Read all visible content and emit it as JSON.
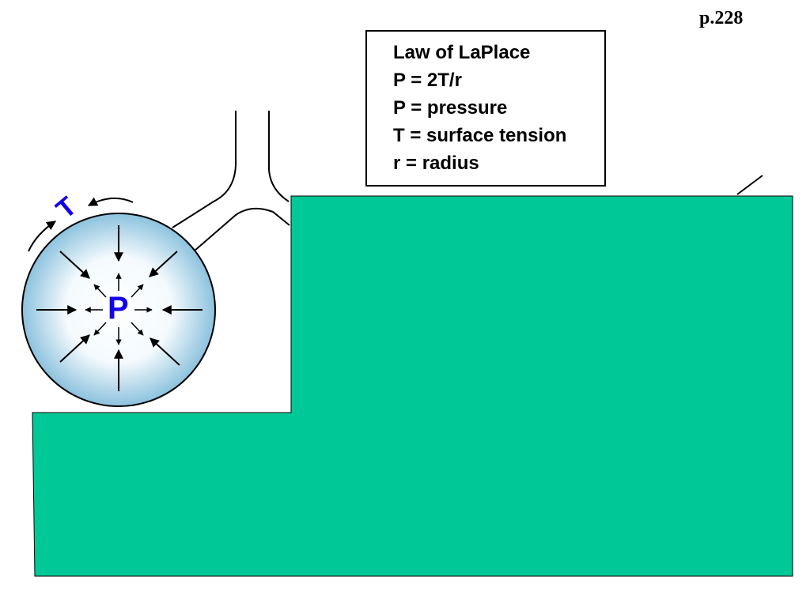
{
  "page_ref": "p.228",
  "law_box": {
    "lines": [
      "Law of LaPlace",
      "P = 2T/r",
      "P = pressure",
      "T = surface tension",
      "r  = radius"
    ]
  },
  "labels": {
    "pressure": "P",
    "tension": "T"
  },
  "colors": {
    "label_blue": "#1400e8",
    "overlay_green": "#00c896",
    "alveolus_edge": "#7fb7d6",
    "alveolus_center": "#ffffff"
  }
}
